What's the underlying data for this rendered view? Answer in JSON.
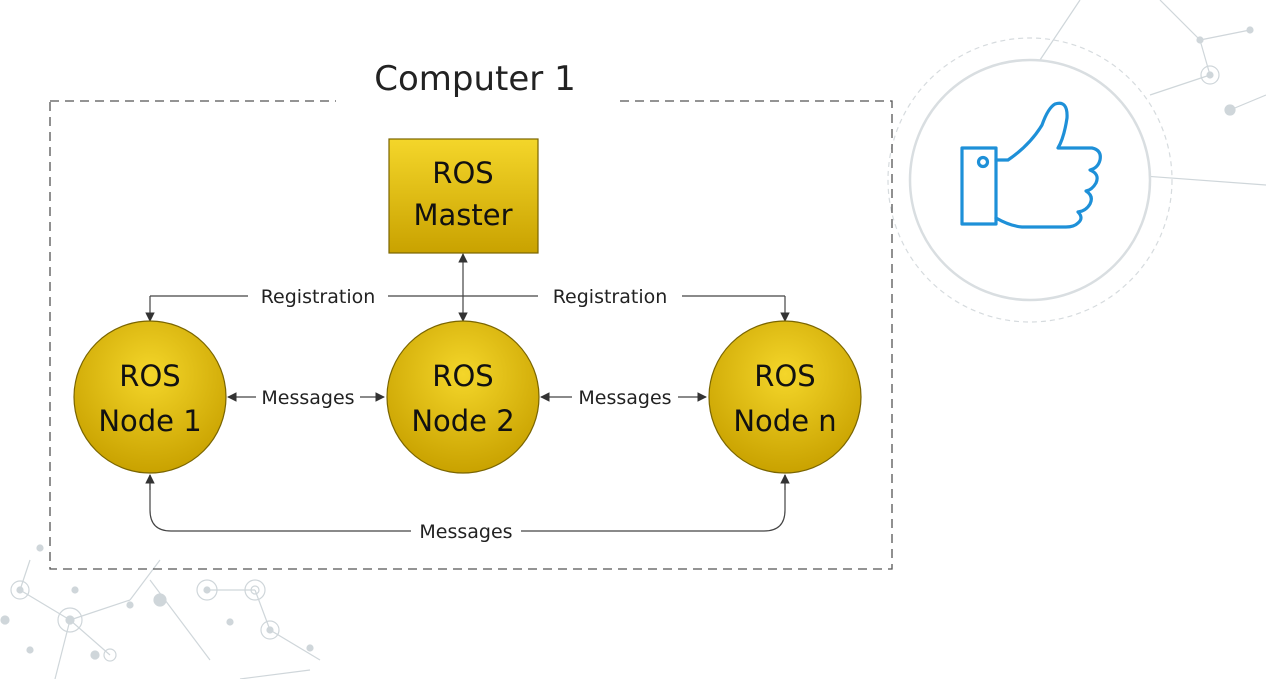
{
  "diagram": {
    "container_label": "Computer 1",
    "master": {
      "line1": "ROS",
      "line2": "Master"
    },
    "nodes": [
      {
        "line1": "ROS",
        "line2": "Node 1"
      },
      {
        "line1": "ROS",
        "line2": "Node 2"
      },
      {
        "line1": "ROS",
        "line2": "Node n"
      }
    ],
    "edges": {
      "registration_left": "Registration",
      "registration_right": "Registration",
      "messages_1_2": "Messages",
      "messages_2_n": "Messages",
      "messages_1_n": "Messages"
    }
  },
  "decoration": {
    "badge_icon": "thumbs-up-icon",
    "accent_color": "#1e90d8",
    "node_fill_top": "#f2cf1c",
    "node_fill_bottom": "#c9a200"
  }
}
